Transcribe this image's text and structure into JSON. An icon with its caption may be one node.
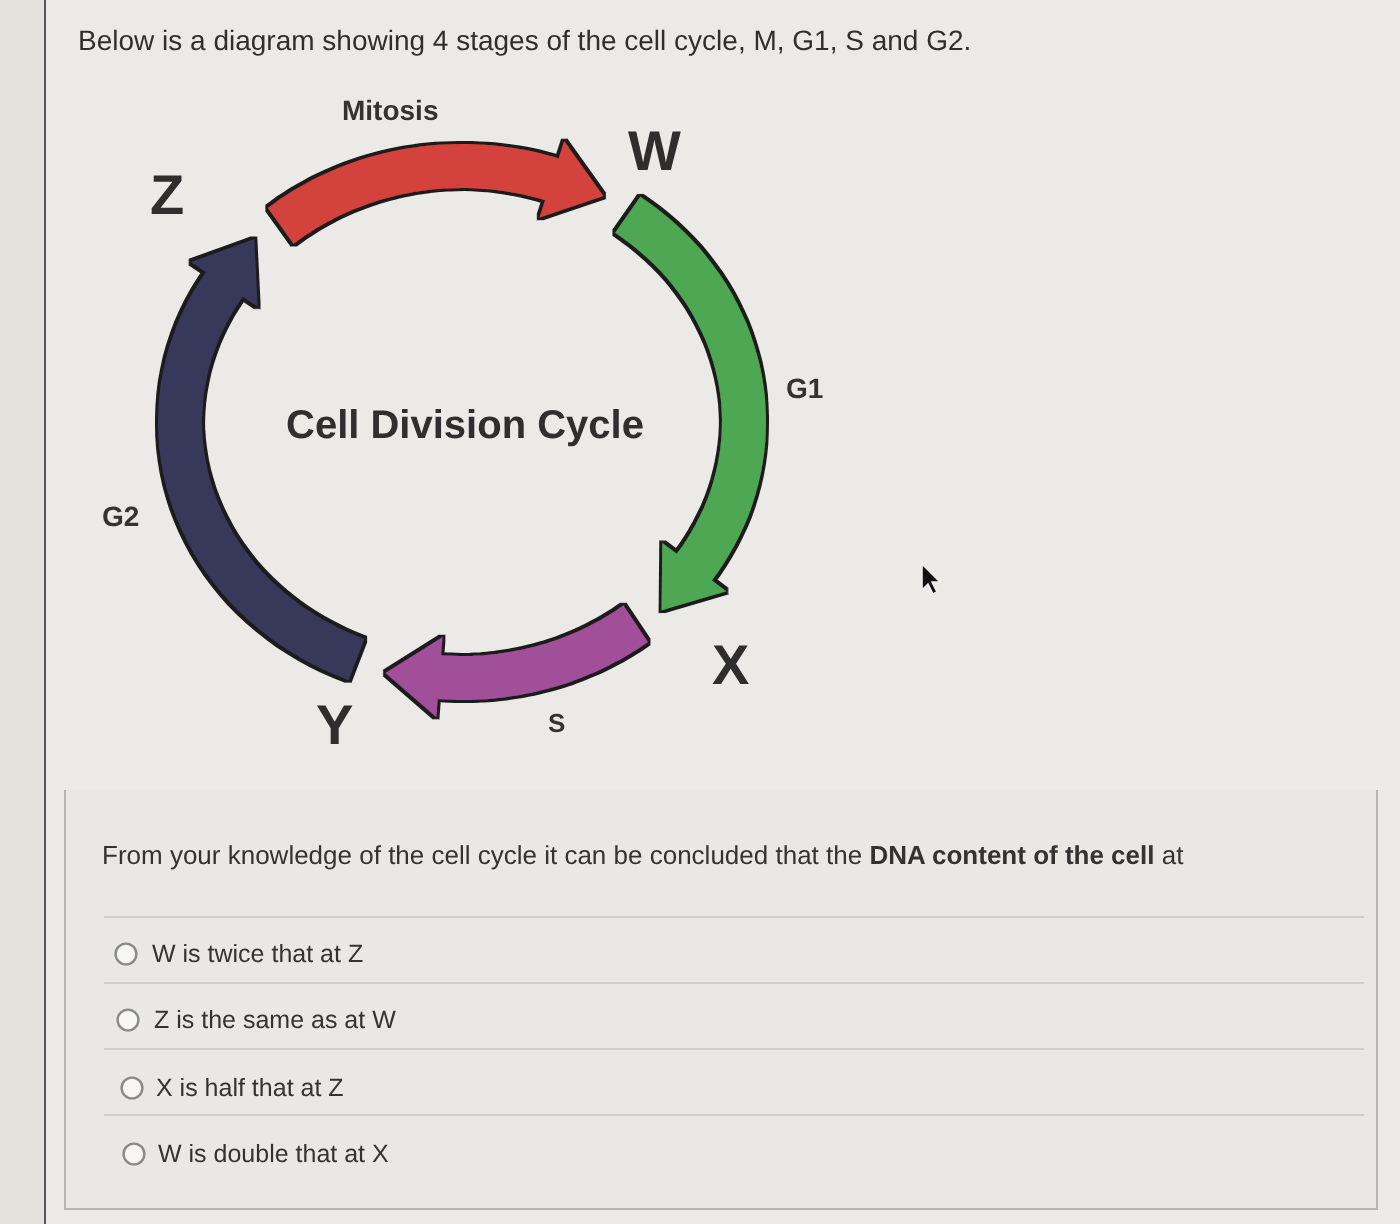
{
  "diagram": {
    "title": "Below is a diagram showing 4 stages of the cell cycle, M, G1, S and G2.",
    "nodes": [
      {
        "text": [
          "W"
        ]
      },
      {
        "text": [
          "Z"
        ]
      },
      {
        "text": [
          "X"
        ]
      },
      {
        "text": [
          "Y"
        ]
      }
    ],
    "edges": [
      {
        "from": 1,
        "to": 0,
        "arrow": "to",
        "label": "Mitosis",
        "color": "#d4433d"
      },
      {
        "from": 0,
        "to": 2,
        "arrow": "to",
        "label": "G1",
        "color": "#4ea752"
      },
      {
        "from": 2,
        "to": 3,
        "arrow": "to",
        "label": "S",
        "color": "#a24f9a"
      },
      {
        "from": 3,
        "to": 1,
        "arrow": "to",
        "label": "G2",
        "color": "#39395a"
      }
    ],
    "labels": [
      "Cell Division Cycle",
      "From your knowledge of the cell cycle it can be concluded that the **DNA content of the cell** at",
      "W is twice that at Z",
      "Z is the same as at W",
      "X is half that at Z",
      "W is double that at X"
    ]
  }
}
